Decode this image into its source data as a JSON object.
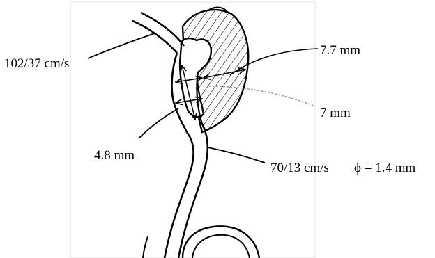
{
  "labels": {
    "inflow_velocity": "102/37 cm/s",
    "aneurysm_width": "7.7 mm",
    "lumen_dimension": "7 mm",
    "neck_width": "4.8 mm",
    "outflow_velocity": "70/13 cm/s",
    "outflow_diameter": "ϕ = 1.4 mm"
  },
  "colors": {
    "ink": "#000000",
    "background": "#ffffff",
    "faint_leader": "#9a9a9a"
  }
}
